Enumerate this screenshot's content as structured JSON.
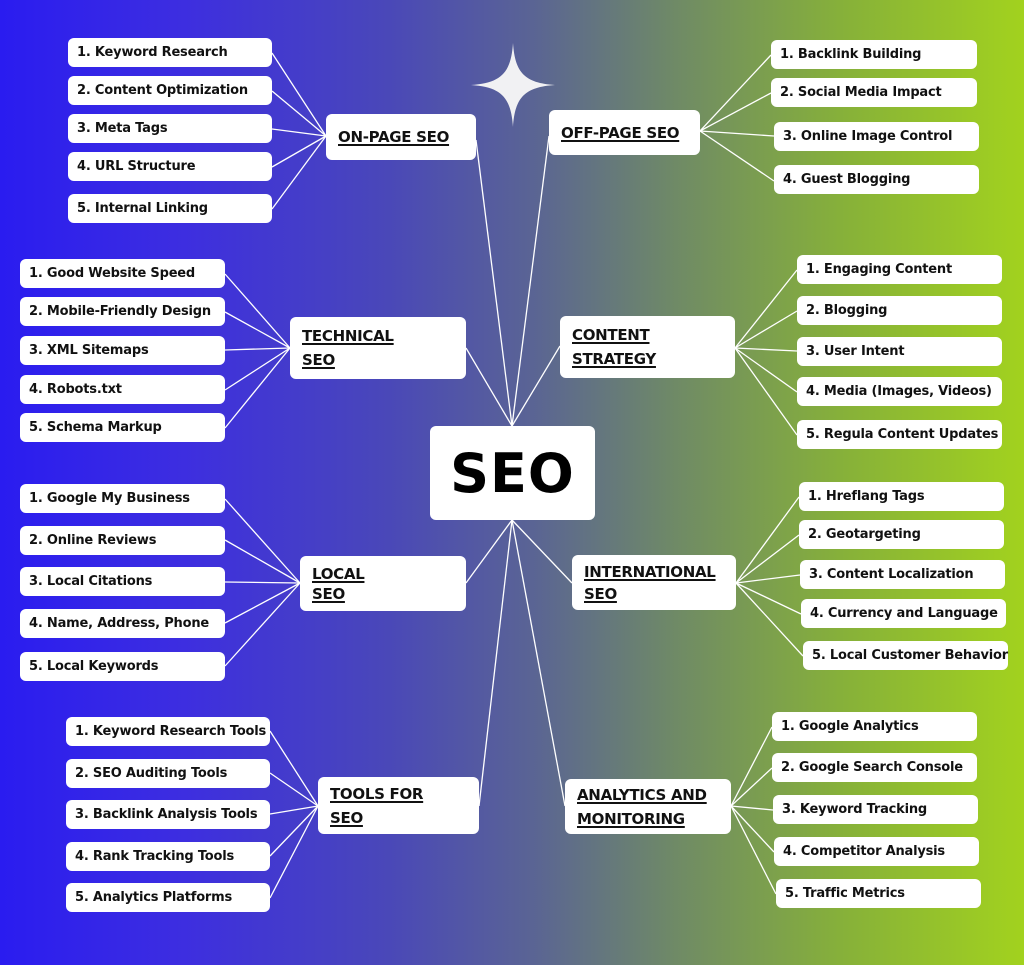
{
  "title": "SEO",
  "colors": {
    "gradient_left": "#2a1cf0",
    "gradient_mid": "#5a6494",
    "gradient_right": "#a2d21e",
    "box_fill": "#ffffff",
    "connector": "#ffffff",
    "text": "#111111"
  },
  "decorations": {
    "star_icon": "four-point-sparkle"
  },
  "categories": [
    {
      "id": "on-page",
      "label_lines": [
        "ON-PAGE SEO"
      ],
      "items": [
        "1. Keyword Research",
        "2. Content Optimization",
        "3. Meta Tags",
        "4. URL Structure",
        "5. Internal Linking"
      ]
    },
    {
      "id": "off-page",
      "label_lines": [
        "OFF-PAGE SEO"
      ],
      "items": [
        "1. Backlink Building",
        "2. Social Media Impact",
        "3. Online Image Control",
        "4. Guest Blogging"
      ]
    },
    {
      "id": "technical",
      "label_lines": [
        "TECHNICAL",
        "SEO"
      ],
      "items": [
        "1. Good Website Speed",
        "2. Mobile-Friendly Design",
        "3. XML Sitemaps",
        "4. Robots.txt",
        "5. Schema Markup"
      ]
    },
    {
      "id": "content-strategy",
      "label_lines": [
        "CONTENT",
        "STRATEGY"
      ],
      "items": [
        "1. Engaging Content",
        "2. Blogging",
        "3. User Intent",
        "4. Media (Images, Videos)",
        "5. Regula Content Updates"
      ]
    },
    {
      "id": "local",
      "label_lines": [
        "LOCAL",
        "SEO"
      ],
      "items": [
        "1. Google My Business",
        "2. Online Reviews",
        "3. Local Citations",
        "4. Name, Address, Phone",
        "5. Local Keywords"
      ]
    },
    {
      "id": "international",
      "label_lines": [
        "INTERNATIONAL",
        "SEO"
      ],
      "items": [
        "1. Hreflang Tags",
        "2. Geotargeting",
        "3. Content Localization",
        "4. Currency and Language",
        "5. Local Customer Behavior"
      ]
    },
    {
      "id": "tools",
      "label_lines": [
        "TOOLS FOR",
        "SEO"
      ],
      "items": [
        "1. Keyword Research Tools",
        "2. SEO Auditing Tools",
        "3. Backlink Analysis Tools",
        "4. Rank Tracking Tools",
        "5. Analytics Platforms"
      ]
    },
    {
      "id": "analytics",
      "label_lines": [
        "ANALYTICS AND",
        "MONITORING"
      ],
      "items": [
        "1. Google Analytics",
        "2. Google Search Console",
        "3. Keyword Tracking",
        "4. Competitor Analysis",
        "5. Traffic Metrics"
      ]
    }
  ]
}
